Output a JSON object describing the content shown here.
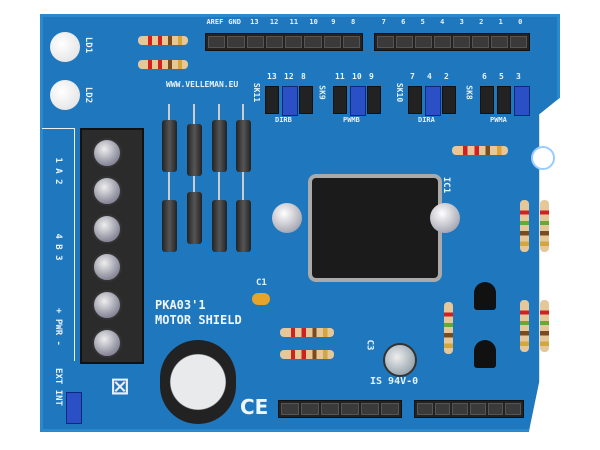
{
  "board": {
    "title": "PKA03'1",
    "subtitle": "MOTOR SHIELD",
    "website": "WWW.VELLEMAN.EU",
    "color": "#1f78bd",
    "leds": [
      "LD1",
      "LD2"
    ],
    "header_top_left": [
      "AREF",
      "GND",
      "13",
      "12",
      "11",
      "10",
      "9",
      "8"
    ],
    "header_top_right": [
      "7",
      "6",
      "5",
      "4",
      "3",
      "2",
      "1",
      "0"
    ],
    "jumper_groups": [
      {
        "socket": "SK11",
        "pins": [
          "13",
          "12",
          "8"
        ],
        "label": "DIRB"
      },
      {
        "socket": "SK9",
        "pins": [
          "11",
          "10",
          "9"
        ],
        "label": "PWMB"
      },
      {
        "socket": "SK10",
        "pins": [
          "7",
          "4",
          "2"
        ],
        "label": "DIRA"
      },
      {
        "socket": "SK8",
        "pins": [
          "6",
          "5",
          "3"
        ],
        "label": "PWMA"
      }
    ],
    "terminal_labels": [
      "1 A 2",
      "4 B 3",
      "+ PWR -",
      "EXT INT"
    ],
    "ic_label": "IC1",
    "capacitor_labels": [
      "C1",
      "C3"
    ],
    "certification": "IS 94V-0",
    "ce_mark": "CE"
  }
}
